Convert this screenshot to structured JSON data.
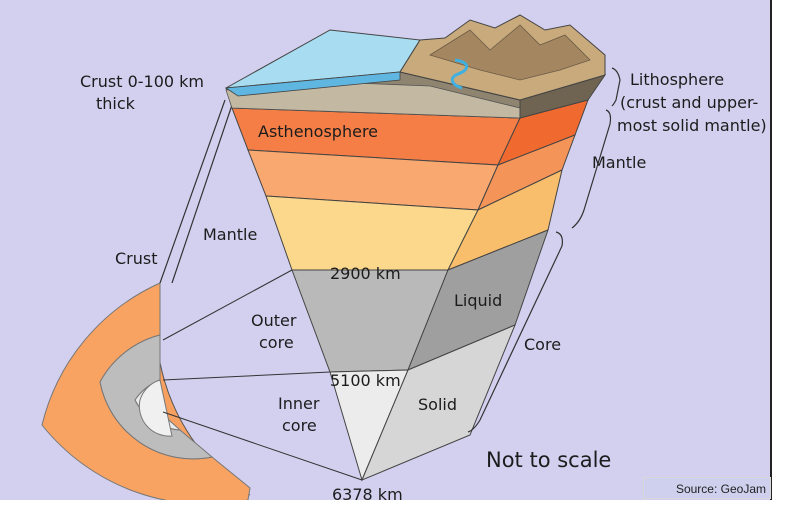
{
  "labels": {
    "crust_thickness_line1": "Crust 0-100 km",
    "crust_thickness_line2": "thick",
    "asthenosphere": "Asthenosphere",
    "mantle_left": "Mantle",
    "crust": "Crust",
    "depth_2900": "2900 km",
    "outer_core_line1": "Outer",
    "outer_core_line2": "core",
    "depth_5100": "5100 km",
    "inner_core_line1": "Inner",
    "inner_core_line2": "core",
    "depth_6378": "6378 km",
    "liquid": "Liquid",
    "solid": "Solid",
    "lithosphere_line1": "Lithosphere",
    "lithosphere_line2": "(crust and upper-",
    "lithosphere_line3": "most solid mantle)",
    "mantle_right": "Mantle",
    "core": "Core",
    "not_to_scale": "Not to scale",
    "source": "Source: GeoJam"
  },
  "colors": {
    "background": "#d3d0ef",
    "ocean": "#a8dcf0",
    "crust_brown": "#8f8470",
    "asthenosphere": "#f47e45",
    "upper_mantle": "#f9a870",
    "lower_mantle": "#fcd88c",
    "outer_core": "#b9b9b9",
    "inner_core": "#e8e8e8"
  }
}
